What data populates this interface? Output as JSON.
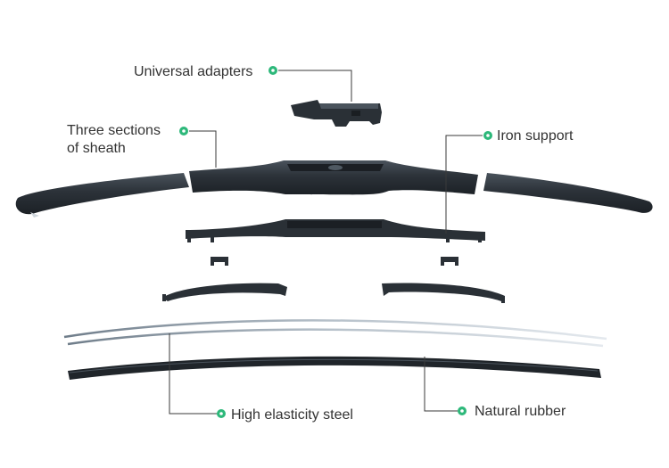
{
  "colors": {
    "marker": "#2db87a",
    "part_dark": "#2a3036",
    "part_mid": "#3b434b",
    "leader": "#3a3a3a",
    "steel": "#9aa6b0"
  },
  "labels": {
    "universal_adapters": "Universal adapters",
    "sheath_line1": "Three sections",
    "sheath_line2": "of sheath",
    "iron_support": "Iron support",
    "high_elasticity_steel": "High elasticity steel",
    "natural_rubber": "Natural rubber"
  }
}
